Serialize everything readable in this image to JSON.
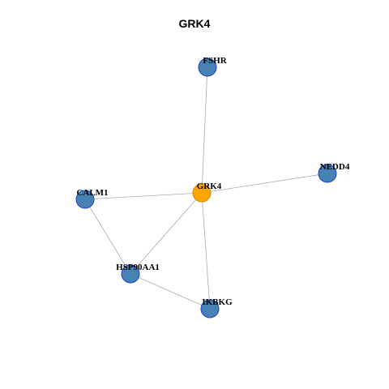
{
  "title": "GRK4",
  "colors": {
    "hub_fill": "#FFA500",
    "hub_stroke": "#CD8500",
    "node_fill": "#4682B4",
    "node_stroke": "#1E3FBF",
    "edge": "#A9A9A9"
  },
  "nodes": [
    {
      "id": "GRK4",
      "label": "GRK4",
      "hub": true
    },
    {
      "id": "FSHR",
      "label": "FSHR",
      "hub": false
    },
    {
      "id": "NEDD4",
      "label": "NEDD4",
      "hub": false
    },
    {
      "id": "CALM1",
      "label": "CALM1",
      "hub": false
    },
    {
      "id": "HSP90AA1",
      "label": "HSP90AA1",
      "hub": false
    },
    {
      "id": "IKBKG",
      "label": "IKBKG",
      "hub": false
    }
  ],
  "edges": [
    [
      "GRK4",
      "FSHR"
    ],
    [
      "GRK4",
      "NEDD4"
    ],
    [
      "GRK4",
      "CALM1"
    ],
    [
      "GRK4",
      "HSP90AA1"
    ],
    [
      "GRK4",
      "IKBKG"
    ],
    [
      "CALM1",
      "HSP90AA1"
    ],
    [
      "HSP90AA1",
      "IKBKG"
    ]
  ]
}
